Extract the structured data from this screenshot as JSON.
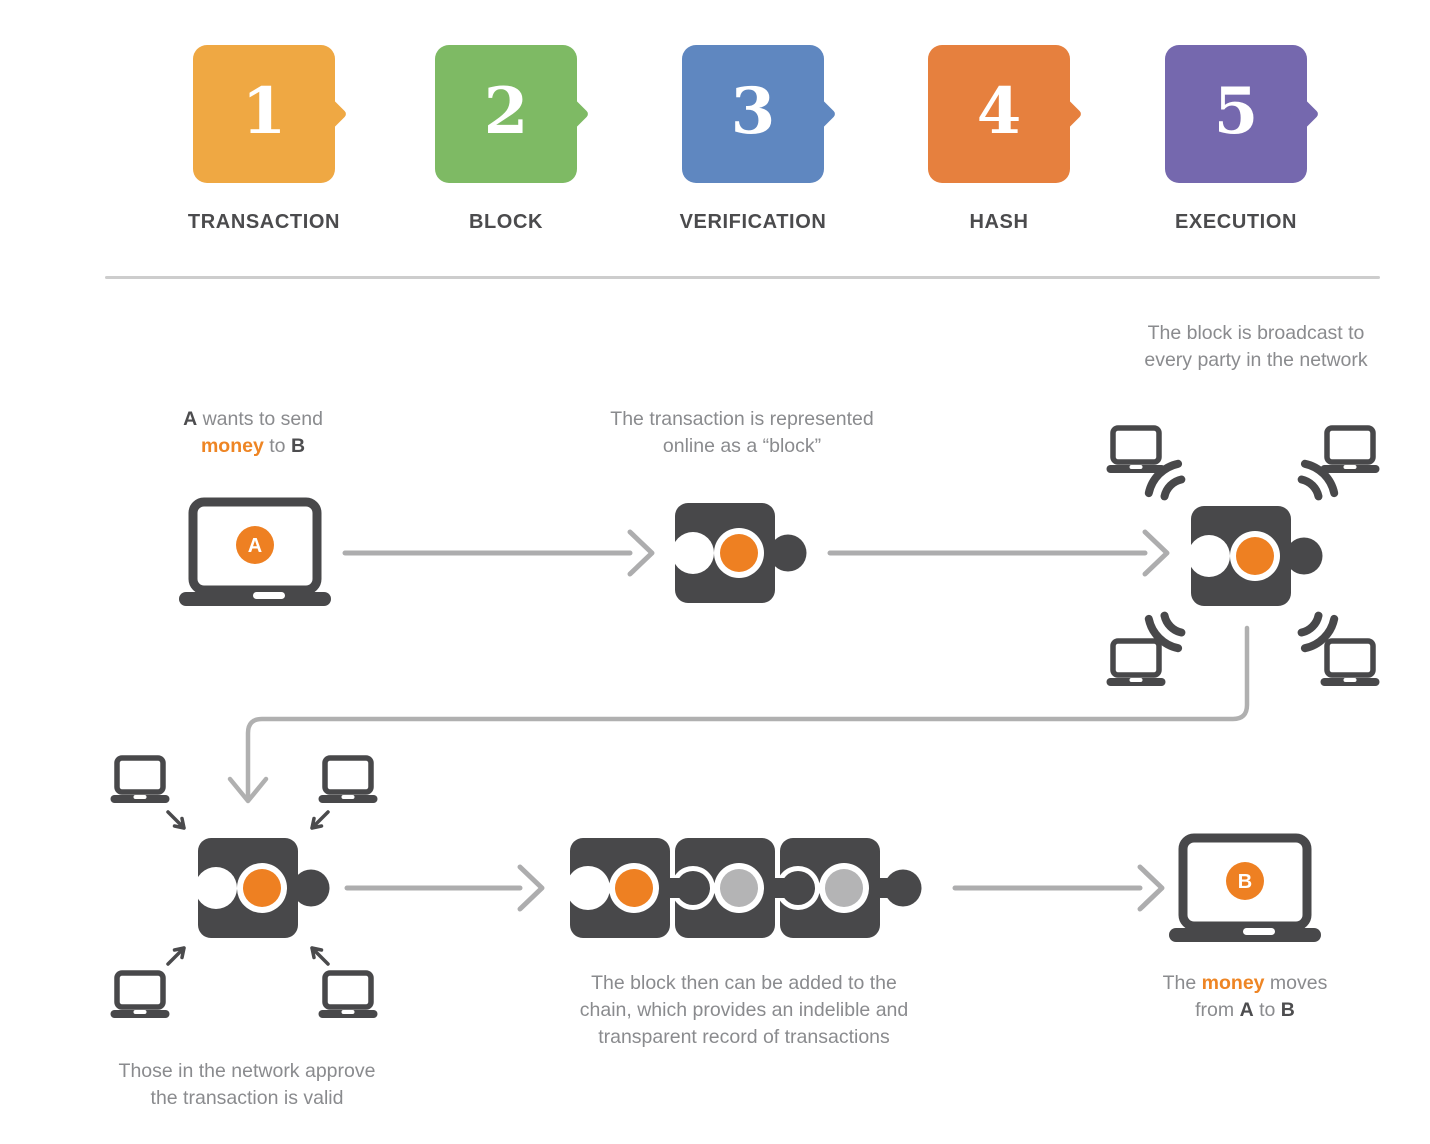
{
  "steps": [
    {
      "number": "1",
      "label": "TRANSACTION",
      "color": "#efa843"
    },
    {
      "number": "2",
      "label": "BLOCK",
      "color": "#7eba64"
    },
    {
      "number": "3",
      "label": "VERIFICATION",
      "color": "#5f87c0"
    },
    {
      "number": "4",
      "label": "HASH",
      "color": "#e6803e"
    },
    {
      "number": "5",
      "label": "EXECUTION",
      "color": "#7568ae"
    }
  ],
  "flow": {
    "send_caption": {
      "a": "A",
      "wants": " wants to send",
      "money": "money",
      "to": " to ",
      "b": "B"
    },
    "block_caption": {
      "line1": "The transaction is represented",
      "line2": "online as a “block”"
    },
    "broadcast_caption": {
      "line1": "The block is broadcast to",
      "line2": "every party in the network"
    },
    "approve_caption": {
      "line1": "Those in the network approve",
      "line2": "the transaction is valid"
    },
    "chain_caption": {
      "line1": "The block then can be added to the",
      "line2": "chain, which provides an indelible and",
      "line3": "transparent record of transactions"
    },
    "money_caption": {
      "the": "The ",
      "money": "money",
      "moves": " moves",
      "from": "from ",
      "a": "A",
      "to": " to ",
      "b": "B"
    },
    "laptop_a_letter": "A",
    "laptop_b_letter": "B"
  },
  "icons": {
    "laptop": "laptop-icon",
    "block": "puzzle-block-icon",
    "waves": "broadcast-waves-icon",
    "arrow": "flow-arrow-icon"
  },
  "colors": {
    "dark_gray": "#48484a",
    "arrow_gray": "#adadae",
    "elbow_gray": "#b0b0b0",
    "orange_dot": "#ee8022",
    "gray_dot": "#b4b4b5",
    "caption_gray": "#8a8b8e",
    "caption_bold": "#4d4d4f",
    "caption_orange": "#ee8524",
    "divider": "#cdcdcd"
  }
}
